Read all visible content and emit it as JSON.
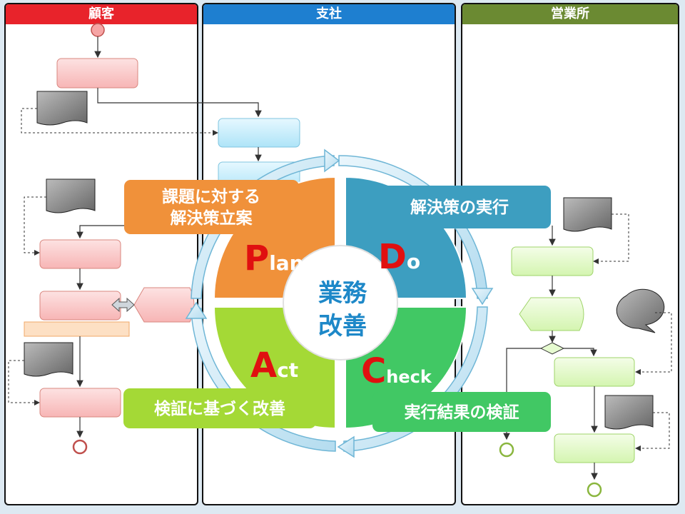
{
  "lanes": [
    {
      "id": "customer",
      "label": "顧客",
      "color": "#e8232b"
    },
    {
      "id": "branch",
      "label": "支社",
      "color": "#1e7fd0"
    },
    {
      "id": "office",
      "label": "営業所",
      "color": "#6b8a32"
    }
  ],
  "pdca": {
    "center": "業務\n改善",
    "plan": {
      "initial": "P",
      "rest": "lan",
      "color": "#f0913a",
      "callout": "課題に対する\n解決策立案"
    },
    "do": {
      "initial": "D",
      "rest": "o",
      "color": "#3d9ec0",
      "callout": "解決策の実行"
    },
    "check": {
      "initial": "C",
      "rest": "heck",
      "color": "#41c864",
      "callout": "実行結果の検証"
    },
    "act": {
      "initial": "A",
      "rest": "ct",
      "color": "#a4d936",
      "callout": "検証に基づく改善"
    }
  },
  "colors": {
    "letter": "#e01010",
    "pink": "#f9c4c4",
    "blue": "#c8eefc",
    "green": "#e6fbd0"
  }
}
